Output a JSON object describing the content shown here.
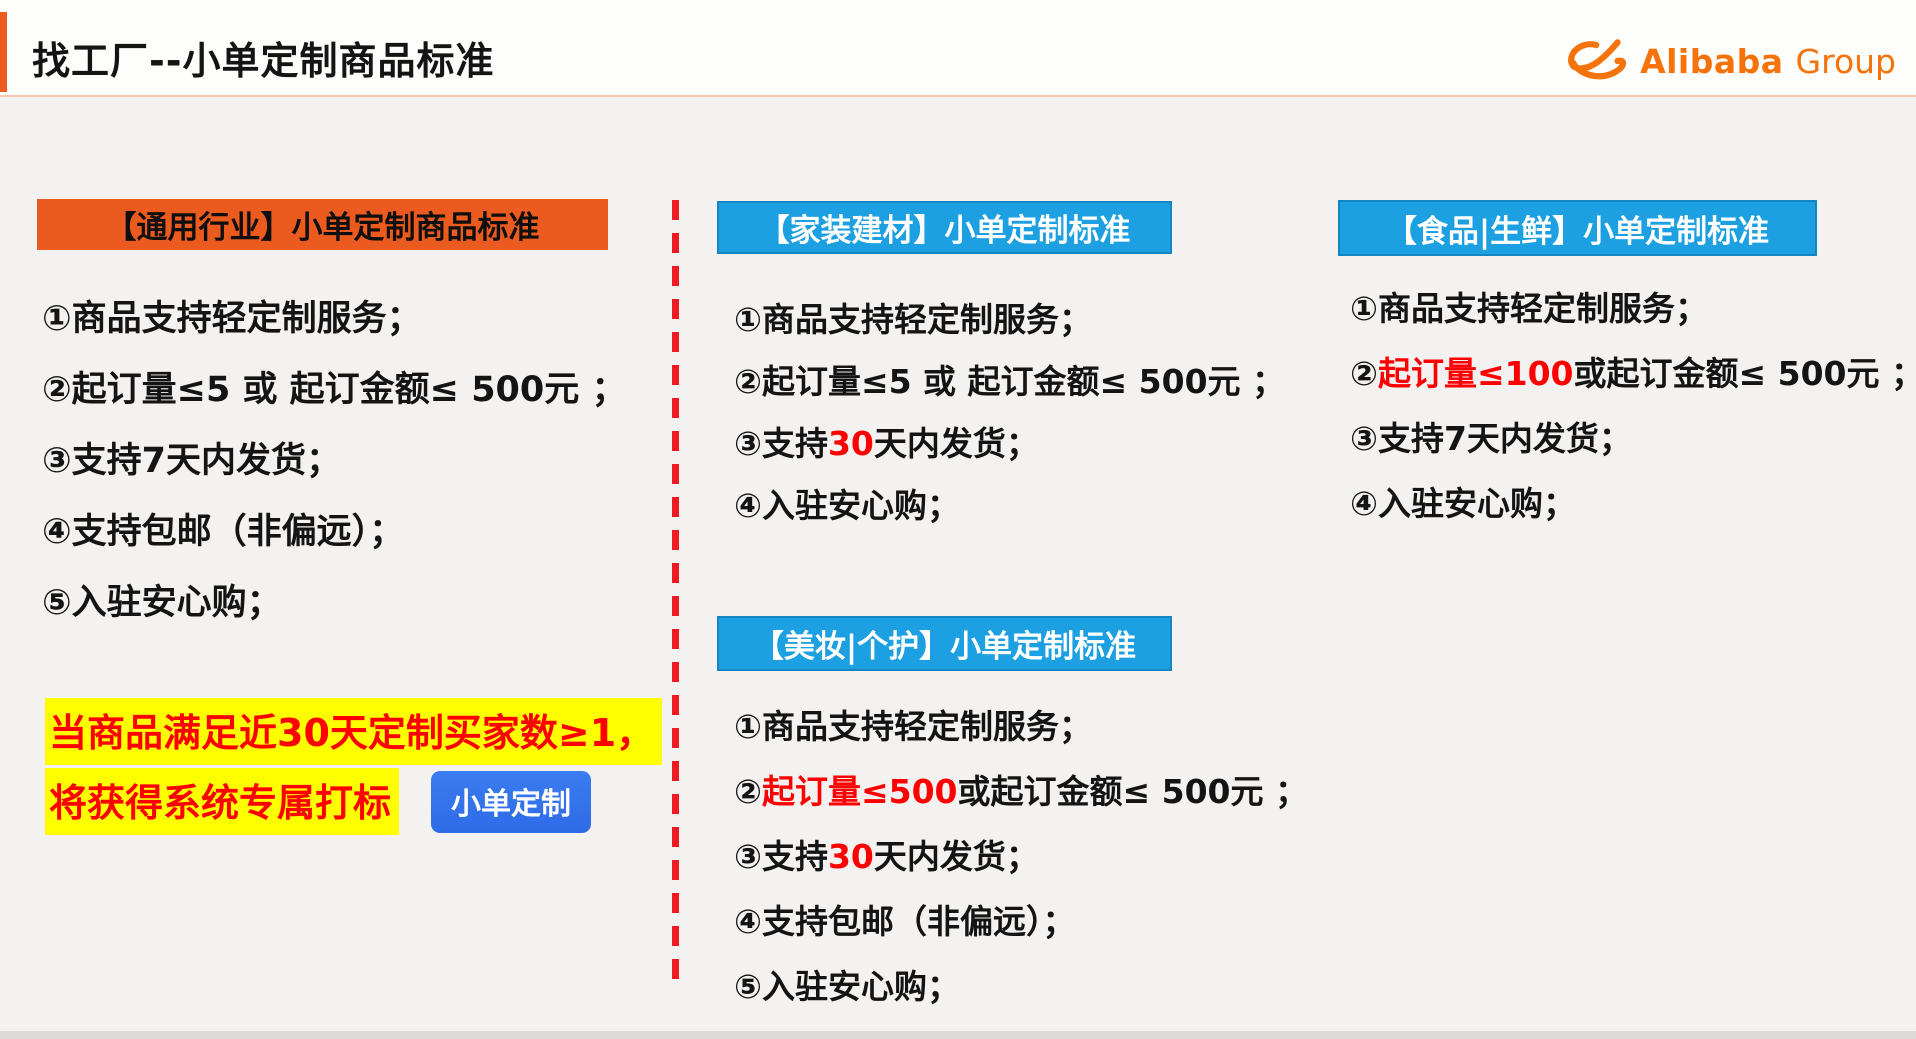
{
  "header": {
    "title": "找工厂--小单定制商品标准",
    "logo": {
      "brand": "Alibaba",
      "suffix": "Group"
    }
  },
  "colors": {
    "accent_orange": "#EB5A1E",
    "header_blue": "#1CA0E2",
    "header_blue_border": "#1485C2",
    "badge_blue": "#2E6BE8",
    "highlight_yellow": "#FFFF00",
    "highlight_red": "#FF0000",
    "divider_red": "#EC1B24",
    "logo_orange": "#F5730A",
    "page_bg": "#F3F2F0"
  },
  "col_general": {
    "header": "【通用行业】小单定制商品标准",
    "items": [
      [
        {
          "t": "①商品支持轻定制服务；"
        }
      ],
      [
        {
          "t": "②起订量≤5 或 起订金额≤ 500元 ；"
        }
      ],
      [
        {
          "t": "③支持7天内发货；"
        }
      ],
      [
        {
          "t": "④支持包邮（非偏远）；"
        }
      ],
      [
        {
          "t": "⑤入驻安心购；"
        }
      ]
    ],
    "note_line1": "当商品满足近30天定制买家数≥1，",
    "note_line2": "将获得系统专属打标",
    "badge": "小单定制"
  },
  "col_home": {
    "header": "【家装建材】小单定制标准",
    "items": [
      [
        {
          "t": "①商品支持轻定制服务；"
        }
      ],
      [
        {
          "t": "②起订量≤5 或 起订金额≤ 500元 ；"
        }
      ],
      [
        {
          "t": "③支持"
        },
        {
          "t": "30",
          "red": true
        },
        {
          "t": "天内发货；"
        }
      ],
      [
        {
          "t": "④入驻安心购；"
        }
      ]
    ]
  },
  "col_beauty": {
    "header": "【美妆|个护】小单定制标准",
    "items": [
      [
        {
          "t": "①商品支持轻定制服务；"
        }
      ],
      [
        {
          "t": "②"
        },
        {
          "t": "起订量≤500",
          "red": true
        },
        {
          "t": "或起订金额≤ 500元 ；"
        }
      ],
      [
        {
          "t": "③支持"
        },
        {
          "t": "30",
          "red": true
        },
        {
          "t": "天内发货；"
        }
      ],
      [
        {
          "t": "④支持包邮（非偏远）；"
        }
      ],
      [
        {
          "t": "⑤入驻安心购；"
        }
      ]
    ]
  },
  "col_food": {
    "header": "【食品|生鲜】小单定制标准",
    "items": [
      [
        {
          "t": "①商品支持轻定制服务；"
        }
      ],
      [
        {
          "t": "②"
        },
        {
          "t": "起订量≤100",
          "red": true
        },
        {
          "t": "或起订金额≤ 500元 ；"
        }
      ],
      [
        {
          "t": "③支持7天内发货；"
        }
      ],
      [
        {
          "t": "④入驻安心购；"
        }
      ]
    ]
  }
}
